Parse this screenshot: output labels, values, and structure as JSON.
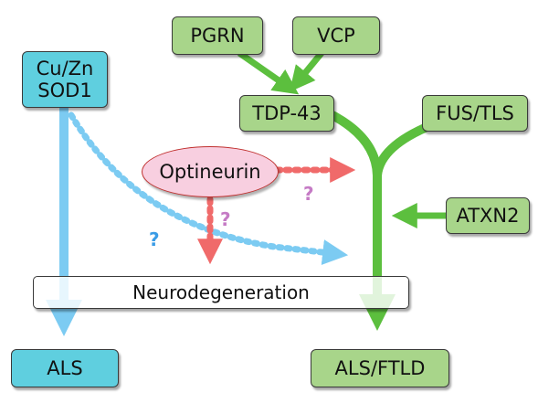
{
  "nodes": {
    "pgrn": "PGRN",
    "vcp": "VCP",
    "tdp43": "TDP-43",
    "fus": "FUS/TLS",
    "atxn2": "ATXN2",
    "sod1_line1": "Cu/Zn",
    "sod1_line2": "SOD1",
    "optineurin": "Optineurin",
    "neuro": "Neurodegeneration",
    "als": "ALS",
    "als_ftld": "ALS/FTLD"
  },
  "question_marks": {
    "q1": "?",
    "q2": "?",
    "q3": "?"
  },
  "colors": {
    "green": "#5cbf3e",
    "green_box": "#a8d58a",
    "cyan": "#5fcfdf",
    "light_blue": "#7ccbf2",
    "red": "#f06a6a",
    "pink": "#f8cfe0"
  }
}
